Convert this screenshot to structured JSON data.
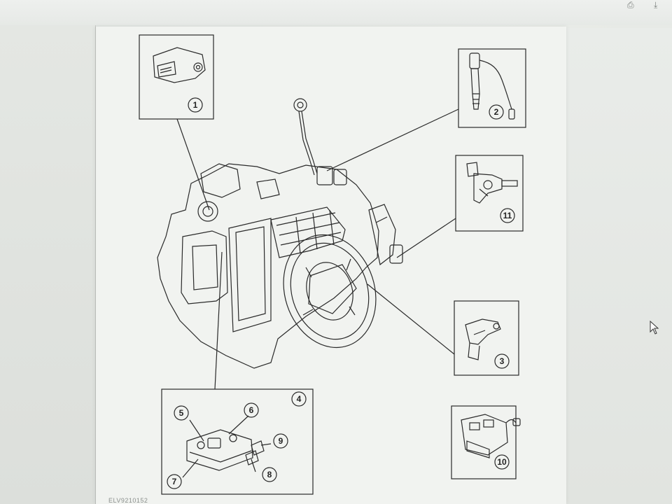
{
  "viewer": {
    "toolbar_icons": [
      {
        "icon": "print-icon",
        "glyph": "⎙"
      },
      {
        "icon": "download-icon",
        "glyph": "⤓"
      }
    ]
  },
  "diagram": {
    "figure_code": "ELV9210152",
    "callouts": [
      "1",
      "2",
      "3",
      "4",
      "5",
      "6",
      "7",
      "8",
      "9",
      "10",
      "11"
    ]
  },
  "colors": {
    "line": "#2a2a2a",
    "paper": "#f1f3f0"
  }
}
